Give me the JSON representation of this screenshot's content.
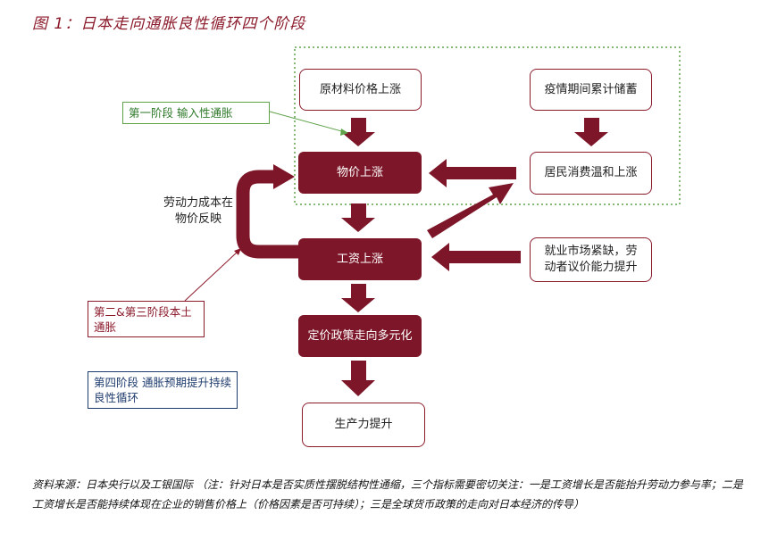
{
  "title": "图 1：日本走向通胀良性循环四个阶段",
  "nodes": {
    "raw_material": "原材料价格上涨",
    "savings": "疫情期间累计储蓄",
    "prices_up": "物价上涨",
    "consumption": "居民消费温和上涨",
    "wages_up": "工资上涨",
    "labor_market": "就业市场紧缺，劳动者议价能力提升",
    "pricing_policy": "定价政策走向多元化",
    "productivity": "生产力提升"
  },
  "annotations": {
    "labor_cost": "劳动力成本在物价反映",
    "stage1": "第一阶段 输入性通胀",
    "stage23": "第二&第三阶段本土通胀",
    "stage4": "第四阶段 通胀预期提升持续良性循环"
  },
  "source": "资料来源：日本央行以及工银国际 （注：针对日本是否实质性摆脱结构性通缩，三个指标需要密切关注：一是工资增长是否能抬升劳动力参与率；二是工资增长是否能持续体现在企业的销售价格上（价格因素是否可持续）；三是全球货币政策的走向对日本经济的传导）",
  "colors": {
    "primary": "#7c1628",
    "stage1": "#5fa24a",
    "stage23": "#8b1a2b",
    "stage4": "#1f3c6e"
  }
}
